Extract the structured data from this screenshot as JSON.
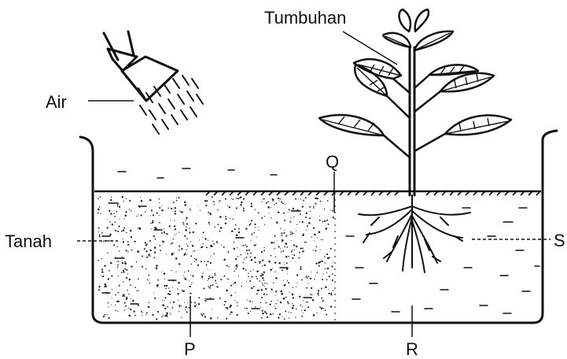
{
  "labels": {
    "plant": "Tumbuhan",
    "water": "Air",
    "soil": "Tanah",
    "p": "P",
    "q": "Q",
    "r": "R",
    "s": "S"
  },
  "colors": {
    "ink": "#111111",
    "background": "#ffffff"
  },
  "icons": [
    "watering-can-icon",
    "plant-icon",
    "container-icon"
  ]
}
